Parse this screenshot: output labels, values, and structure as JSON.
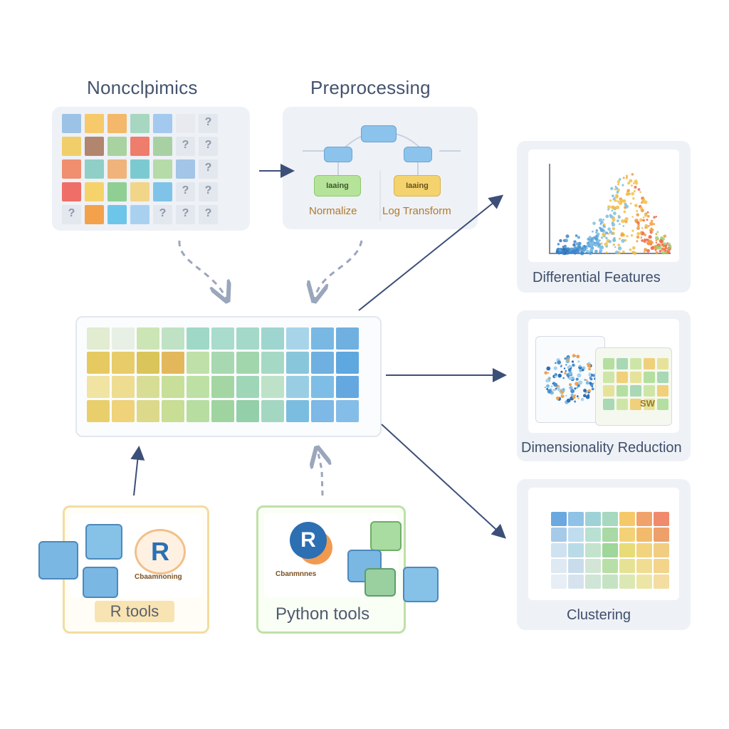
{
  "titles": {
    "omics": "Noncclpimics",
    "preprocessing": "Preprocessing"
  },
  "preprocessing": {
    "left_node": "Iaaing",
    "right_node": "Iaaing",
    "normalize": "Normalize",
    "log_transform": "Log Transform"
  },
  "outputs": {
    "differential": "Differential Features",
    "dimred": "Dimensionality Reduction",
    "clustering": "Clustering",
    "dimred_stamp": "SW"
  },
  "tools": {
    "r_label": "R tools",
    "python_label": "Python tools",
    "r_logo": "R",
    "python_logo": "R",
    "r_caption": "Cbaamnoning",
    "python_caption": "Cbanmnnes"
  },
  "colors": {
    "arrow": "#3c4f78",
    "dashed_arrow": "#9aa6bc",
    "r_border": "#f3dca0",
    "python_border": "#bfe0a8",
    "panel_bg": "#eef1f6"
  },
  "omics_grid": [
    [
      "#9cc3e6",
      "#f6c96b",
      "#f4b86a",
      "#a7d7c0",
      "#a3c9ee",
      "#e8eaf0",
      "q"
    ],
    [
      "#f0cf6a",
      "#b2856f",
      "#a8d2a0",
      "#ee7d6b",
      "#a8d1a3",
      "q",
      "q"
    ],
    [
      "#ef8f70",
      "#8fcfc6",
      "#f0b37b",
      "#7ccad1",
      "#b5dba8",
      "#a2c5e8",
      "q"
    ],
    [
      "#ef6e67",
      "#f6d36a",
      "#8fcf93",
      "#f1d68a",
      "#7fc4e8",
      "q",
      "q"
    ],
    [
      "q",
      "#f3a14a",
      "#6ec5ea",
      "#a9d1ef",
      "q",
      "q",
      "q"
    ]
  ],
  "integrated_grid": [
    [
      "#e1ecd0",
      "#e8f0e6",
      "#cbe5b4",
      "#bfe2c4",
      "#9fd8c7",
      "#a9dccd",
      "#a4d8c8",
      "#9ed5cf",
      "#a8d4ea",
      "#78b8e3",
      "#6fb0e0"
    ],
    [
      "#e6c961",
      "#e9cc6a",
      "#d9c55a",
      "#e3b75b",
      "#bfe0a8",
      "#a8d8b1",
      "#a1d6ac",
      "#a6d9c5",
      "#88c6dc",
      "#6fb0e0",
      "#5ea7df"
    ],
    [
      "#f1e3a2",
      "#eedc90",
      "#d8dd95",
      "#c7df98",
      "#bde0a4",
      "#a3d6a3",
      "#9fd6b8",
      "#bde2c8",
      "#99cde4",
      "#7ebde5",
      "#64a8df"
    ],
    [
      "#e8cf6c",
      "#efd27a",
      "#dcd98a",
      "#c8de94",
      "#b7dda0",
      "#9fd4a0",
      "#93cfa9",
      "#a4d7c2",
      "#7bbde0",
      "#7db8e6",
      "#84bde8"
    ]
  ],
  "cluster_grid": [
    [
      "#6aa8df",
      "#8ec2e6",
      "#9ed2d6",
      "#a7d8c0",
      "#f5c96a",
      "#f1a26b",
      "#f08a6c"
    ],
    [
      "#a6cbe9",
      "#c0dcef",
      "#b8e1d2",
      "#a9d9a5",
      "#f3d277",
      "#f2bb6c",
      "#eea06a"
    ],
    [
      "#cfe2f0",
      "#b9dbe8",
      "#c4e3cc",
      "#9fd69a",
      "#e7dc78",
      "#f3d47e",
      "#f0cd80"
    ],
    [
      "#dfe9f2",
      "#c9dcec",
      "#d3e6d6",
      "#b9dfa8",
      "#e6e295",
      "#f1dd92",
      "#f4d48a"
    ],
    [
      "#e7eef5",
      "#d6e3ee",
      "#cfe5d6",
      "#c5e3c2",
      "#dce8b4",
      "#ece6a6",
      "#f3dda0"
    ]
  ]
}
